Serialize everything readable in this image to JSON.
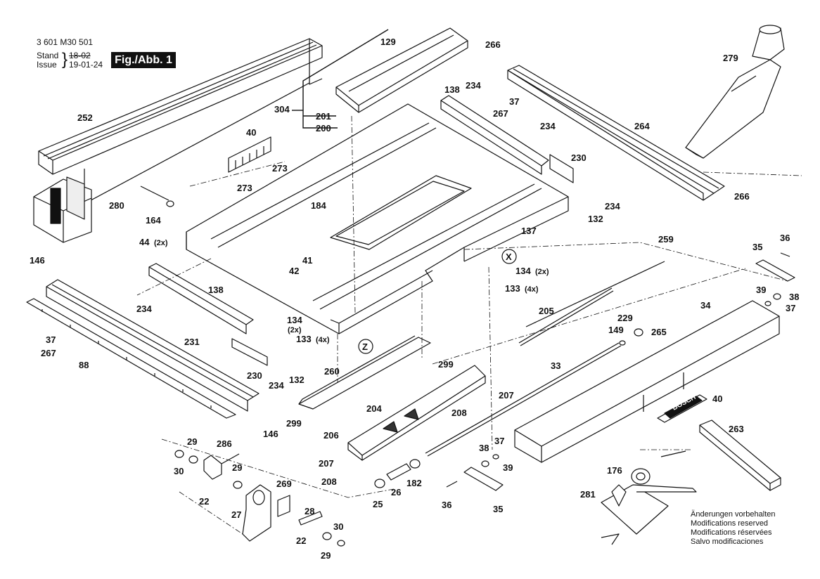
{
  "header": {
    "part_number": "3 601 M30 501",
    "stand_label": "Stand",
    "issue_label": "Issue",
    "stand_value": "18-02",
    "issue_value": "19-01-24",
    "figure_label": "Fig./Abb. 1"
  },
  "notes": [
    "Änderungen vorbehalten",
    "Modifications reserved",
    "Modifications réservées",
    "Salvo modificaciones"
  ],
  "brand": "BOSCH",
  "callouts": {
    "c129": "129",
    "c266a": "266",
    "c279": "279",
    "c252": "252",
    "c304": "304",
    "c201": "201",
    "c200": "200",
    "c138a": "138",
    "c234a": "234",
    "c37a": "37",
    "c267a": "267",
    "c40a": "40",
    "c234b": "234",
    "c230a": "230",
    "c264": "264",
    "c273a": "273",
    "c273b": "273",
    "c266b": "266",
    "c280": "280",
    "c184": "184",
    "c234c": "234",
    "c132a": "132",
    "c164": "164",
    "c137": "137",
    "c44": "44",
    "c44m": "(2x)",
    "c259": "259",
    "c36a": "36",
    "c35a": "35",
    "c146a": "146",
    "c41": "41",
    "c42": "42",
    "cX": "X",
    "c134a": "134",
    "c134am": "(2x)",
    "c133a": "133",
    "c133am": "(4x)",
    "c39a": "39",
    "c38a": "38",
    "c37b": "37",
    "c138b": "138",
    "c234d": "234",
    "c134b": "134",
    "c134bm": "(2x)",
    "c34": "34",
    "c205": "205",
    "c229": "229",
    "c149": "149",
    "c265": "265",
    "c37c": "37",
    "c267b": "267",
    "c231": "231",
    "c133b": "133",
    "c133bm": "(4x)",
    "cZ": "Z",
    "c88": "88",
    "c299a": "299",
    "c260": "260",
    "c230b": "230",
    "c132b": "132",
    "c234e": "234",
    "c33": "33",
    "c207a": "207",
    "c208a": "208",
    "c40b": "40",
    "c204": "204",
    "c299b": "299",
    "c146b": "146",
    "c263": "263",
    "c206": "206",
    "c29a": "29",
    "c286": "286",
    "c38b": "38",
    "c37d": "37",
    "c30a": "30",
    "c29b": "29",
    "c207b": "207",
    "c39b": "39",
    "c176": "176",
    "c269": "269",
    "c208b": "208",
    "c182": "182",
    "c26": "26",
    "c36b": "36",
    "c22a": "22",
    "c25": "25",
    "c35b": "35",
    "c281": "281",
    "c28": "28",
    "c27": "27",
    "c22b": "22",
    "c30b": "30",
    "c29c": "29"
  }
}
